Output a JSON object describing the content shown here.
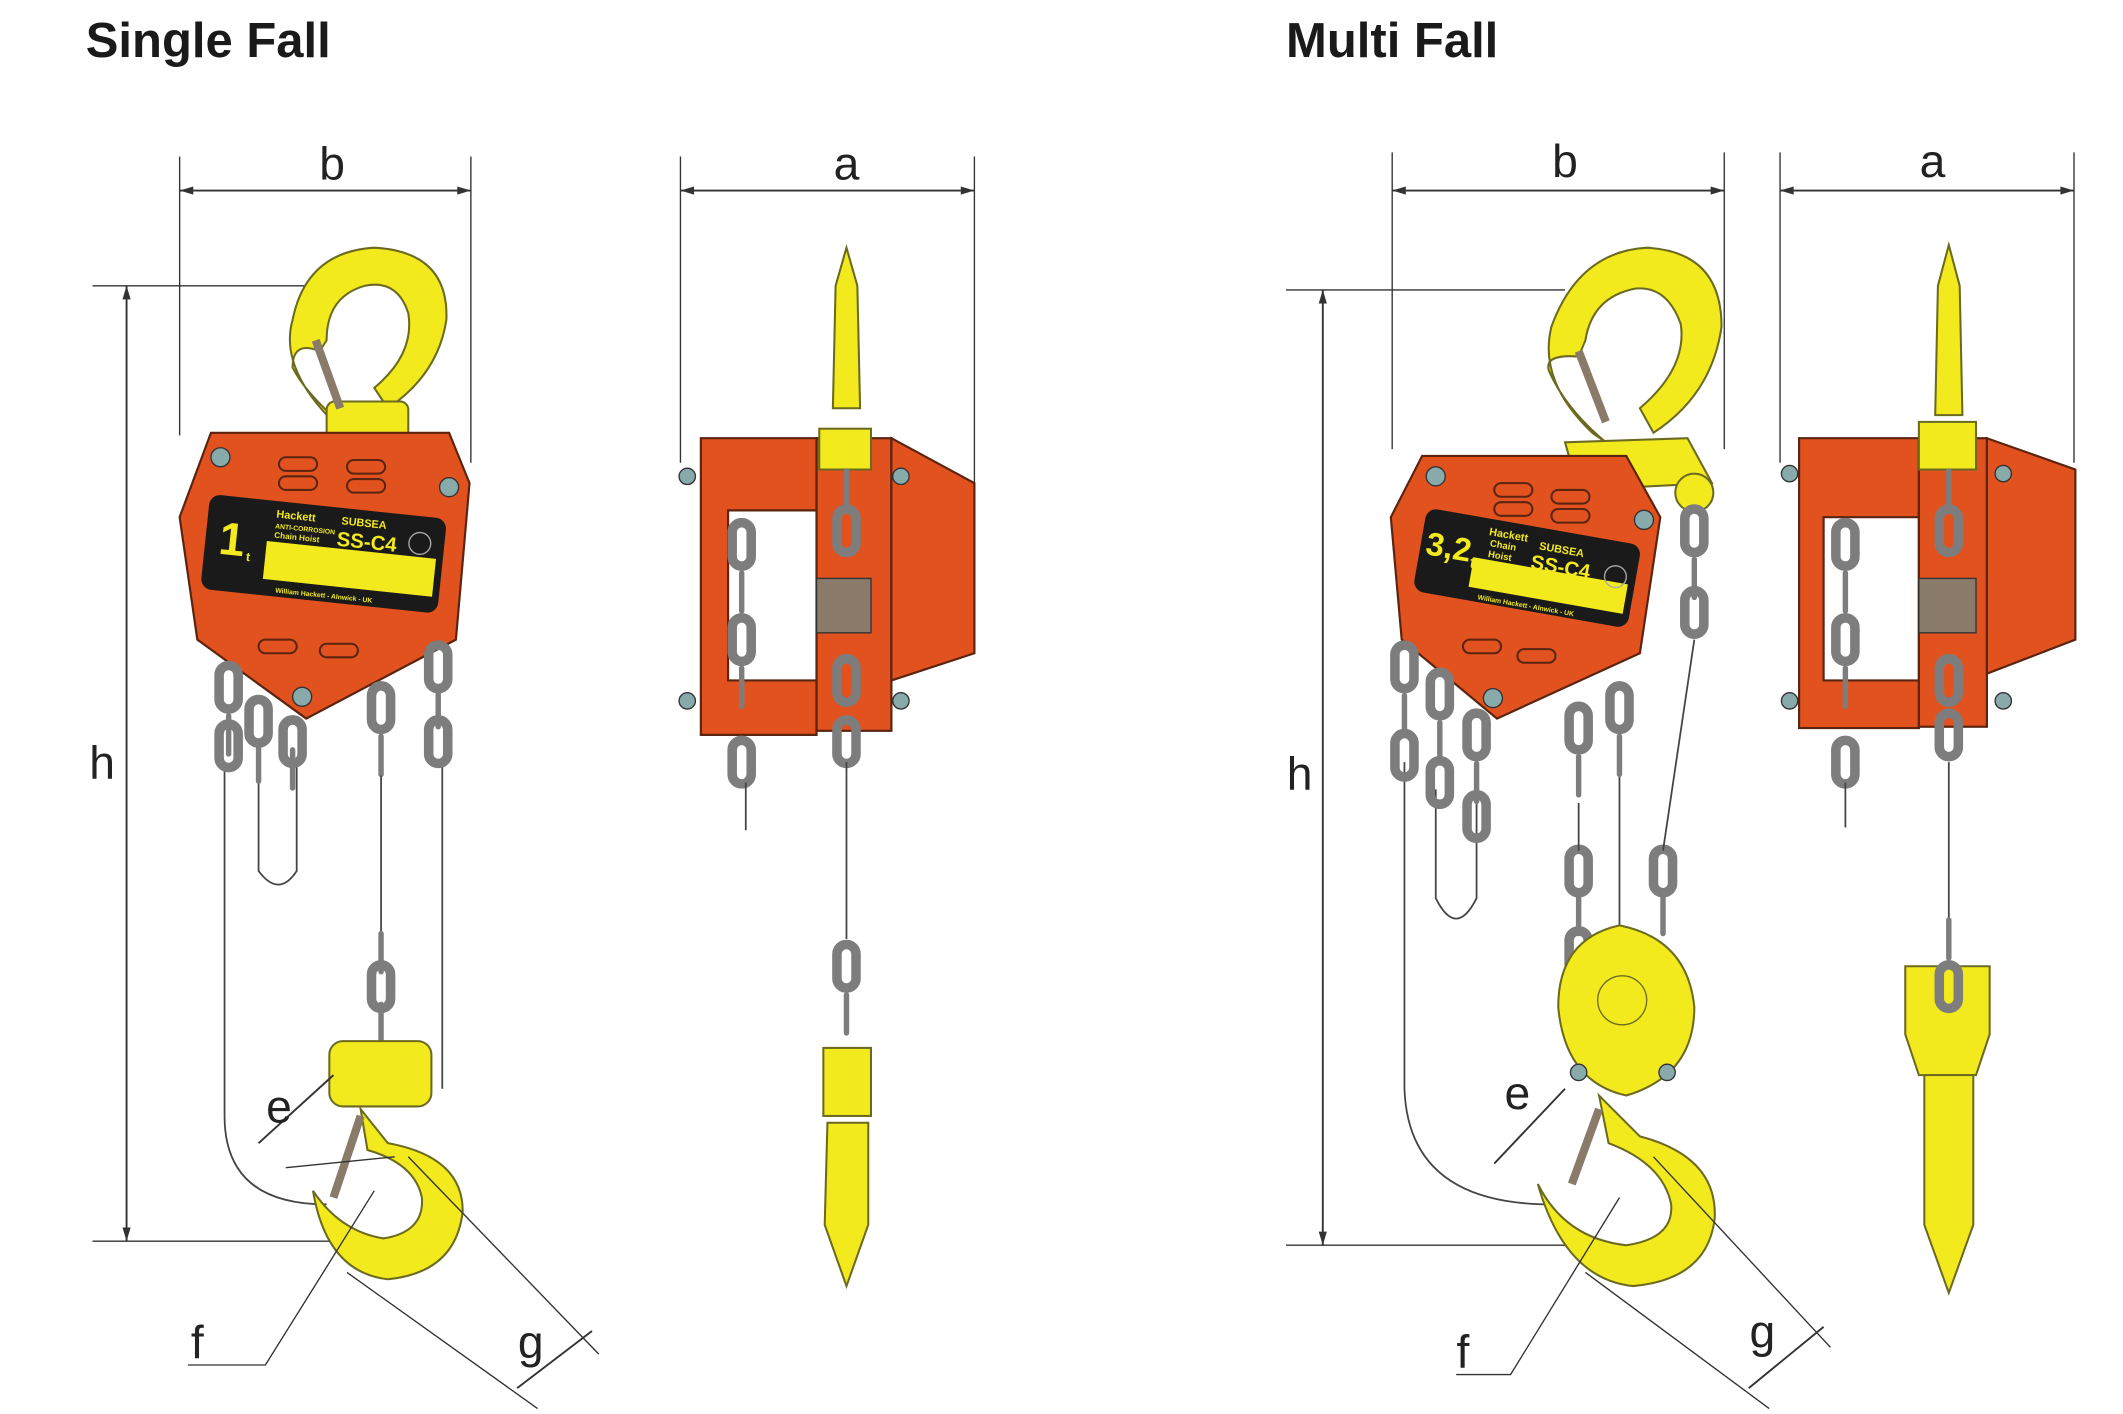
{
  "single_fall": {
    "title": "Single Fall",
    "dimension_labels": {
      "b": "b",
      "a": "a",
      "h": "h",
      "e": "e",
      "f": "f",
      "g": "g"
    },
    "plate": {
      "capacity": "1",
      "unit": "t",
      "brand": "Hackett",
      "line1": "ANTI-CORROSION",
      "line2": "Chain Hoist",
      "series": "SUBSEA",
      "model": "SS-C4",
      "footer": "William Hackett - Alnwick - UK"
    }
  },
  "multi_fall": {
    "title": "Multi Fall",
    "dimension_labels": {
      "b": "b",
      "a": "a",
      "h": "h",
      "e": "e",
      "f": "f",
      "g": "g"
    },
    "plate": {
      "capacity": "3,2",
      "unit": "t",
      "brand": "Hackett",
      "line1": "Chain",
      "line2": "Hoist",
      "series": "SUBSEA",
      "model": "SS-C4",
      "footer": "William Hackett - Alnwick - UK"
    }
  },
  "colors": {
    "body": "#e2521f",
    "hook": "#f2ea1d",
    "chain": "#7d7d7d"
  }
}
